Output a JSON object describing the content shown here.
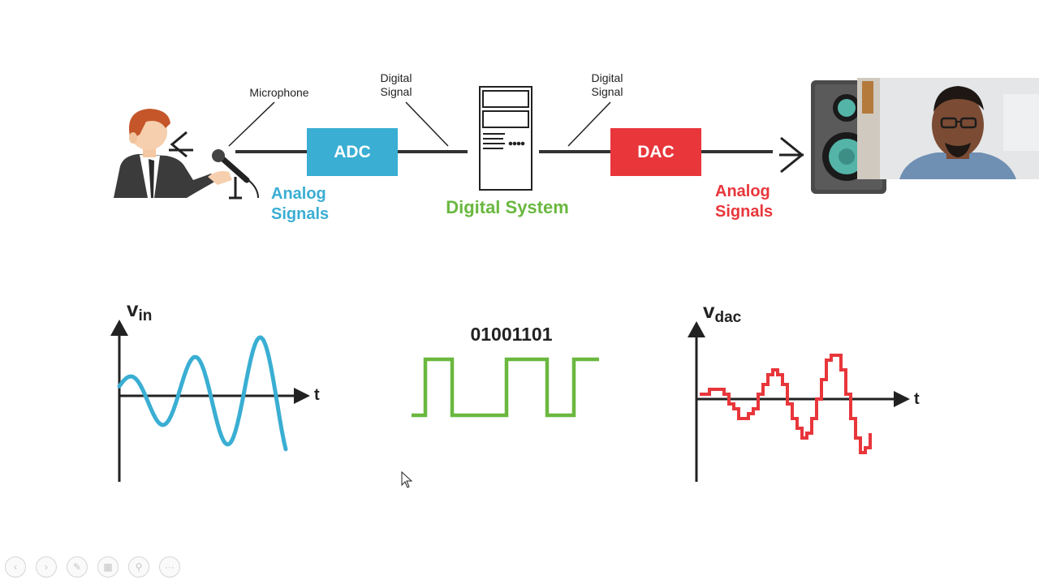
{
  "pipeline": {
    "microphone_label": "Microphone",
    "digital_signal_left": "Digital\nSignal",
    "digital_signal_right": "Digital\nSignal",
    "adc_label": "ADC",
    "dac_label": "DAC",
    "analog_signals_in": "Analog\nSignals",
    "analog_signals_out": "Analog\nSignals",
    "digital_system_label": "Digital System"
  },
  "plots": {
    "vin_label": "v",
    "vin_sub": "in",
    "vin_t": "t",
    "binary_code": "01001101",
    "vdac_label": "v",
    "vdac_sub": "dac",
    "vdac_t": "t"
  },
  "colors": {
    "adc": "#3aaed3",
    "dac": "#e8363b",
    "analog_in_text": "#3aaed3",
    "analog_out_text": "#e8363b",
    "digital_text": "#6ab83f",
    "sine": "#3aaed3",
    "square": "#6ab83f",
    "staircase": "#e8363b"
  },
  "toolbar": {
    "icons": [
      "prev-icon",
      "next-icon",
      "pen-icon",
      "slides-icon",
      "zoom-icon",
      "more-icon"
    ]
  }
}
